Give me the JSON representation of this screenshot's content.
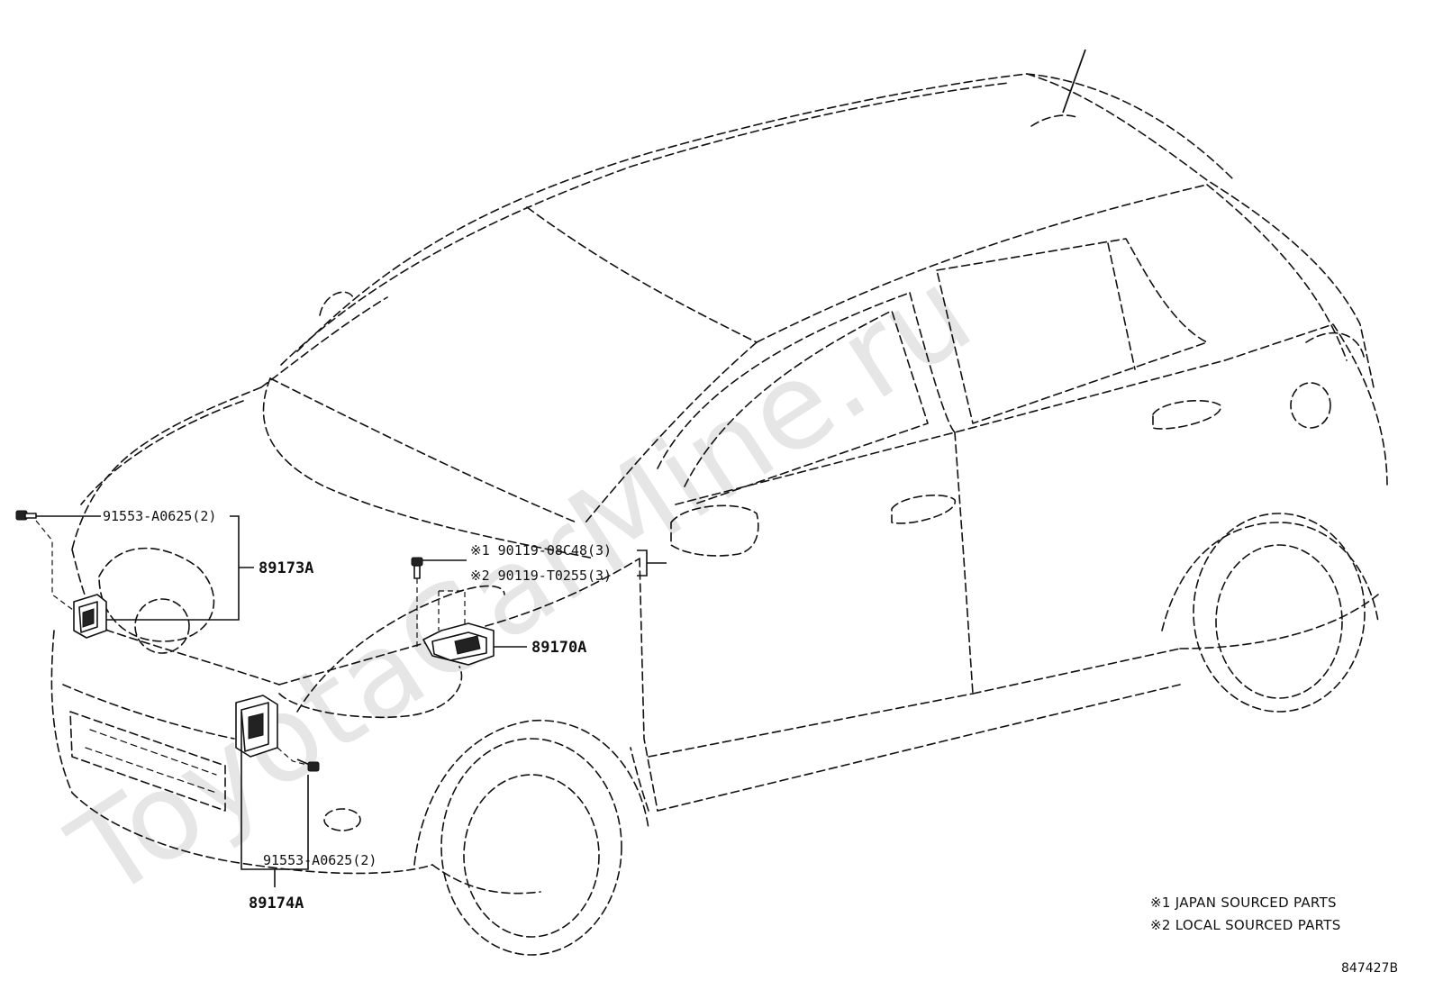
{
  "watermark": "ToyotaCarMine.ru",
  "parts": {
    "bolt_top": "91553-A0625(2)",
    "sensor_left": "89173A",
    "bolt_bottom": "91553-A0625(2)",
    "sensor_center": "89174A",
    "screw_japan": "※1 90119-08C48(3)",
    "screw_local": "※2 90119-T0255(3)",
    "airbag_ecu": "89170A"
  },
  "legend": {
    "japan": "※1 JAPAN SOURCED PARTS",
    "local": "※2 LOCAL SOURCED PARTS"
  },
  "figure_number": "847427B"
}
